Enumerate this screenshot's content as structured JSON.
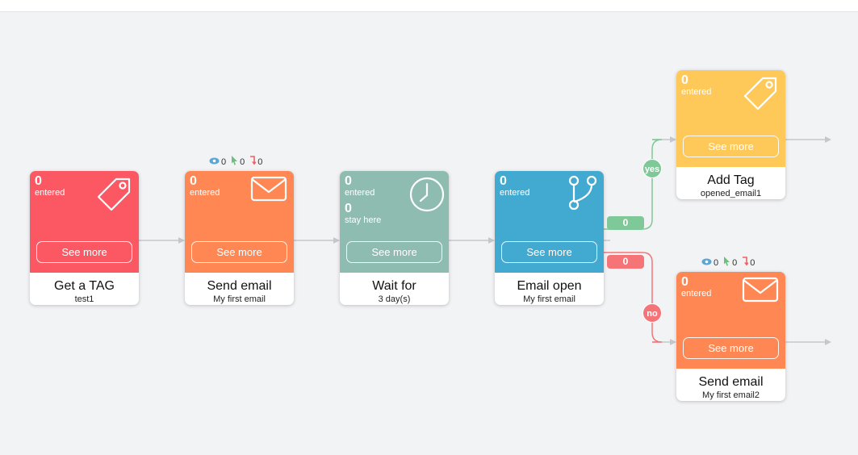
{
  "nodes": [
    {
      "count": "0",
      "label": "entered",
      "button": "See more",
      "title": "Get a TAG",
      "subtitle": "test1"
    },
    {
      "count": "0",
      "label": "entered",
      "button": "See more",
      "title": "Send email",
      "subtitle": "My first email",
      "stats": {
        "views": "0",
        "clicks": "0",
        "bounces": "0"
      }
    },
    {
      "count": "0",
      "label": "entered",
      "count2": "0",
      "label2": "stay here",
      "button": "See more",
      "title": "Wait for",
      "subtitle": "3 day(s)"
    },
    {
      "count": "0",
      "label": "entered",
      "button": "See more",
      "title": "Email open",
      "subtitle": "My first email"
    },
    {
      "count": "0",
      "label": "entered",
      "button": "See more",
      "title": "Add Tag",
      "subtitle": "opened_email1"
    },
    {
      "count": "0",
      "label": "entered",
      "button": "See more",
      "title": "Send email",
      "subtitle": "My first email2",
      "stats": {
        "views": "0",
        "clicks": "0",
        "bounces": "0"
      }
    }
  ],
  "branches": {
    "yes": {
      "label": "yes",
      "count": "0"
    },
    "no": {
      "label": "no",
      "count": "0"
    }
  },
  "colors": {
    "tag": "#fb5864",
    "email": "#fe8753",
    "wait": "#8fbcb1",
    "condition": "#42a9d0",
    "addtag": "#ffc95a",
    "yes": "#7fc897",
    "no": "#f47478",
    "wire": "#c5c7cc"
  },
  "icons": [
    "tag-icon",
    "envelope-icon",
    "clock-icon",
    "branch-icon",
    "eye-icon",
    "cursor-icon",
    "bounce-icon"
  ]
}
